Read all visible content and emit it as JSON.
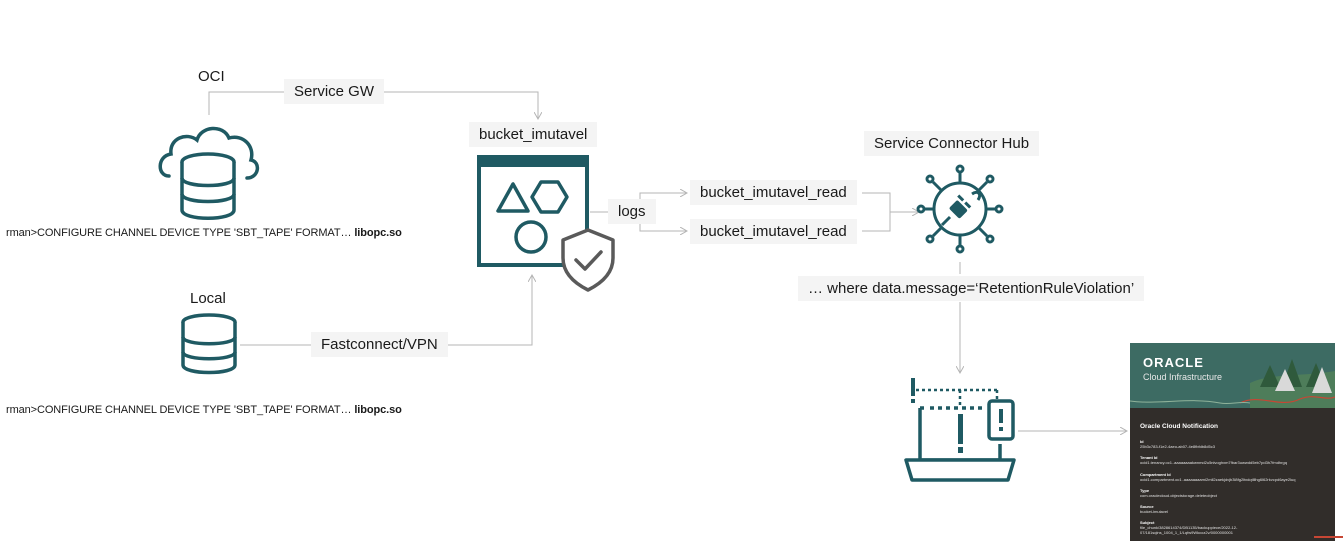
{
  "nodes": {
    "oci_label": "OCI",
    "service_gw": "Service GW",
    "oci_command": "rman>CONFIGURE CHANNEL DEVICE TYPE 'SBT_TAPE' FORMAT…",
    "oci_command_lib": "libopc.so",
    "local_label": "Local",
    "fastconnect": "Fastconnect/VPN",
    "local_command": "rman>CONFIGURE CHANNEL DEVICE TYPE 'SBT_TAPE' FORMAT…",
    "local_command_lib": "libopc.so",
    "bucket_label": "bucket_imutavel",
    "logs": "logs",
    "read_1": "bucket_imutavel_read",
    "read_2": "bucket_imutavel_read",
    "sch_label": "Service Connector Hub",
    "condition": "… where data.message=‘RetentionRuleViolation’"
  },
  "email": {
    "brand": "ORACLE",
    "subtitle": "Cloud Infrastructure",
    "title": "Oracle Cloud Notification",
    "fields": [
      {
        "label": "Id",
        "value": "25b3c783-f1e2-4aeo-ab07-4e8fbfdb8d5c3"
      },
      {
        "label": "Tenant Id",
        "value": "ocid1.tenancy.oc1..aaaaaaaakwnmd2u5nlvoghxm7fbar3uwwdd5eb7pd3h7fmdhrgq"
      },
      {
        "label": "Compartment Id",
        "value": "ocid1.compartment.oc1..aaaaaaaarni2mll2zaekjdvjb3l8fg2ltxdqtlllhg6l62rkvcpd6aye2luq"
      },
      {
        "label": "Type",
        "value": "com.oraclecloud.objectstorage.deleteobject"
      },
      {
        "label": "Source",
        "value": "bucket-imutavel"
      },
      {
        "label": "Subject",
        "value": "file_chunk/3828614374/DB1135/backuppiece/2022-12-07/181sqlns_1004_1_1/Lqfw9Wkcoz2v/0000000001"
      }
    ]
  },
  "colors": {
    "icon_teal": "#1f5a63",
    "line_gray": "#b5b5b5",
    "label_bg": "#f4f4f4",
    "email_dark": "#312d2a",
    "email_header": "#3d6b63"
  }
}
